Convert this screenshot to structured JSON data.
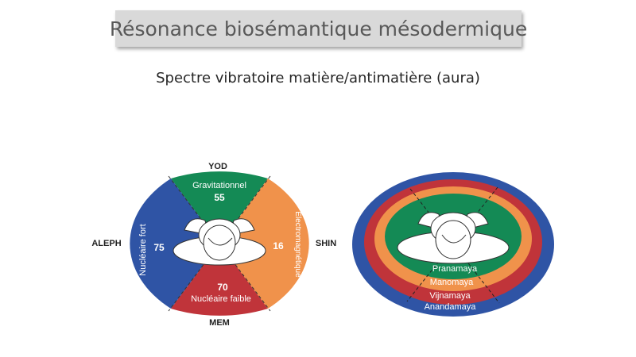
{
  "slide": {
    "title": "Résonance biosémantique mésodermique",
    "subtitle": "Spectre vibratoire matière/antimatière (aura)"
  },
  "left_diagram": {
    "letters": {
      "top": "YOD",
      "left": "ALEPH",
      "right": "SHIN",
      "bottom": "MEM"
    },
    "sectors": {
      "top": {
        "label": "Gravitationnel",
        "value": "55",
        "color": "#148a55"
      },
      "left": {
        "label": "Nucléaire fort",
        "value": "75",
        "color": "#2f54a5"
      },
      "right": {
        "label": "Electromagnétique",
        "value": "16",
        "color": "#f0924b"
      },
      "bottom": {
        "label": "Nucléaire faible",
        "value": "70",
        "color": "#c0343a"
      }
    }
  },
  "right_diagram": {
    "layers": [
      {
        "label": "Pranamaya",
        "color": "#148a55"
      },
      {
        "label": "Manomaya",
        "color": "#f0924b"
      },
      {
        "label": "Vijnamaya",
        "color": "#c0343a"
      },
      {
        "label": "Anandamaya",
        "color": "#2f54a5"
      }
    ]
  }
}
